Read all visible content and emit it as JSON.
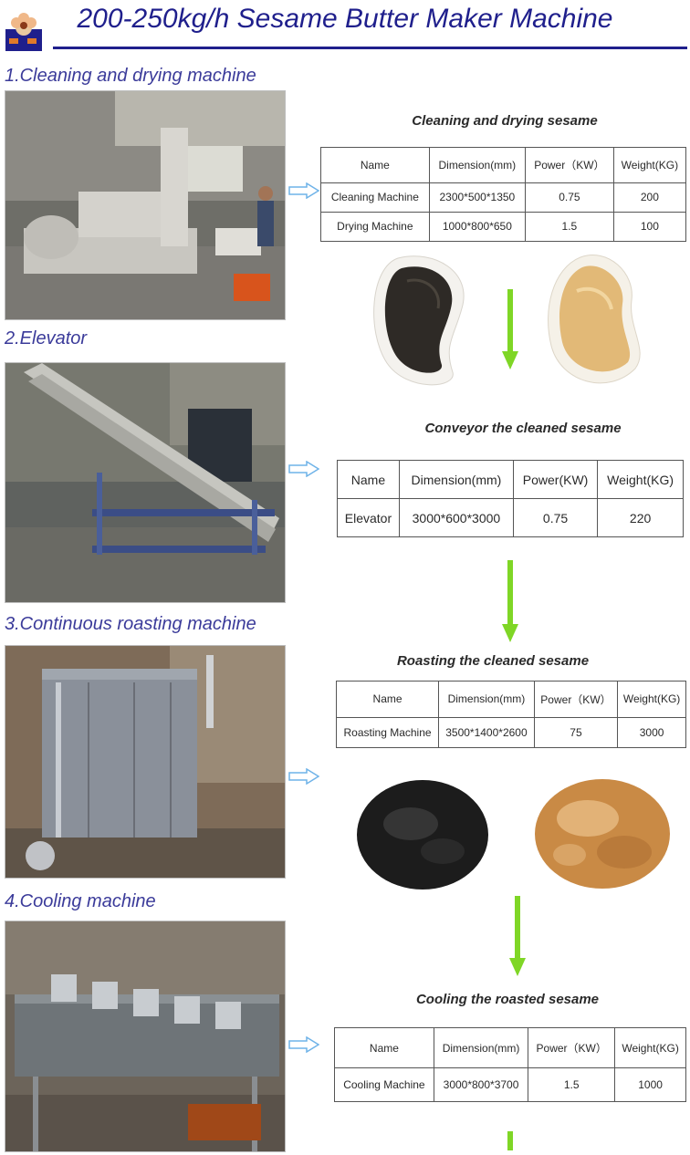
{
  "header": {
    "title": "200-250kg/h Sesame Butter Maker Machine"
  },
  "sections": [
    {
      "title": "1.Cleaning and drying machine",
      "caption": "Cleaning and drying sesame",
      "table": {
        "headers": [
          "Name",
          "Dimension(mm)",
          "Power（KW）",
          "Weight(KG)"
        ],
        "rows": [
          [
            "Cleaning Machine",
            "2300*500*1350",
            "0.75",
            "200"
          ],
          [
            "Drying Machine",
            "1000*800*650",
            "1.5",
            "100"
          ]
        ]
      }
    },
    {
      "title": "2.Elevator",
      "caption": "Conveyor the cleaned sesame",
      "table": {
        "headers": [
          "Name",
          "Dimension(mm)",
          "Power(KW)",
          "Weight(KG)"
        ],
        "rows": [
          [
            "Elevator",
            "3000*600*3000",
            "0.75",
            "220"
          ]
        ]
      }
    },
    {
      "title": "3.Continuous roasting machine",
      "caption": "Roasting the cleaned sesame",
      "table": {
        "headers": [
          "Name",
          "Dimension(mm)",
          "Power（KW）",
          "Weight(KG)"
        ],
        "rows": [
          [
            "Roasting Machine",
            "3500*1400*2600",
            "75",
            "3000"
          ]
        ]
      }
    },
    {
      "title": "4.Cooling machine",
      "caption": "Cooling the roasted sesame",
      "table": {
        "headers": [
          "Name",
          "Dimension(mm)",
          "Power（KW）",
          "Weight(KG)"
        ],
        "rows": [
          [
            "Cooling Machine",
            "3000*800*3700",
            "1.5",
            "1000"
          ]
        ]
      }
    }
  ],
  "colors": {
    "title": "#1f1f8c",
    "section_title": "#3b3b9a",
    "arrow_green": "#7fd626",
    "right_arrow": "#6fb3e8"
  },
  "icons": [
    "company-logo-icon",
    "right-arrow-icon",
    "down-arrow-icon"
  ]
}
